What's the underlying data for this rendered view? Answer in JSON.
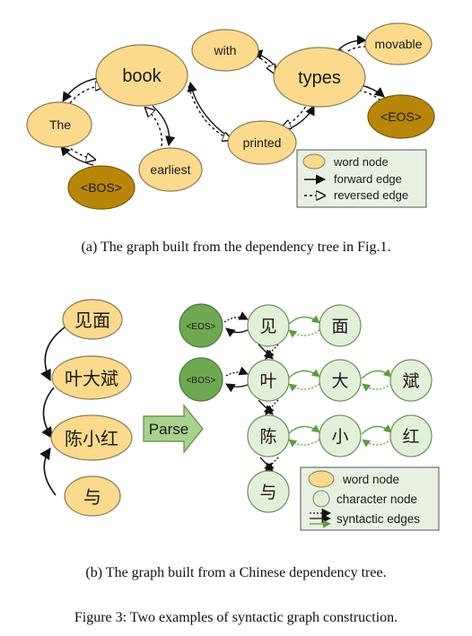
{
  "part_a": {
    "nodes": {
      "book": "book",
      "with": "with",
      "types": "types",
      "movable": "movable",
      "the": "The",
      "eos": "<EOS>",
      "printed": "printed",
      "earliest": "earliest",
      "bos": "<BOS>"
    },
    "legend": {
      "word_node": "word node",
      "forward_edge": "forward edge",
      "reversed_edge": "reversed edge"
    },
    "caption": "(a) The graph built from the dependency tree in Fig.1."
  },
  "part_b": {
    "word_nodes": [
      "见面",
      "叶大斌",
      "陈小红",
      "与"
    ],
    "parse_label": "Parse",
    "special_nodes": {
      "eos": "<EOS>",
      "bos": "<BOS>"
    },
    "char_rows": [
      [
        "见",
        "面"
      ],
      [
        "叶",
        "大",
        "斌"
      ],
      [
        "陈",
        "小",
        "红"
      ],
      [
        "与"
      ]
    ],
    "legend": {
      "word_node": "word node",
      "character_node": "character node",
      "syntactic_edges": "syntactic edges"
    },
    "caption": "(b) The graph built from a Chinese dependency tree."
  },
  "figure_caption": "Figure 3: Two examples of syntactic graph construction.",
  "colors": {
    "word_fill": "#fbd98d",
    "word_stroke": "#8a7b55",
    "special_fill": "#b8860b",
    "char_fill": "#e2efd9",
    "char_stroke": "#6f8f5a",
    "special_char_fill": "#6fa852",
    "arrow_green": "#5a9e3a",
    "legend_bg": "#e8f0e2"
  }
}
